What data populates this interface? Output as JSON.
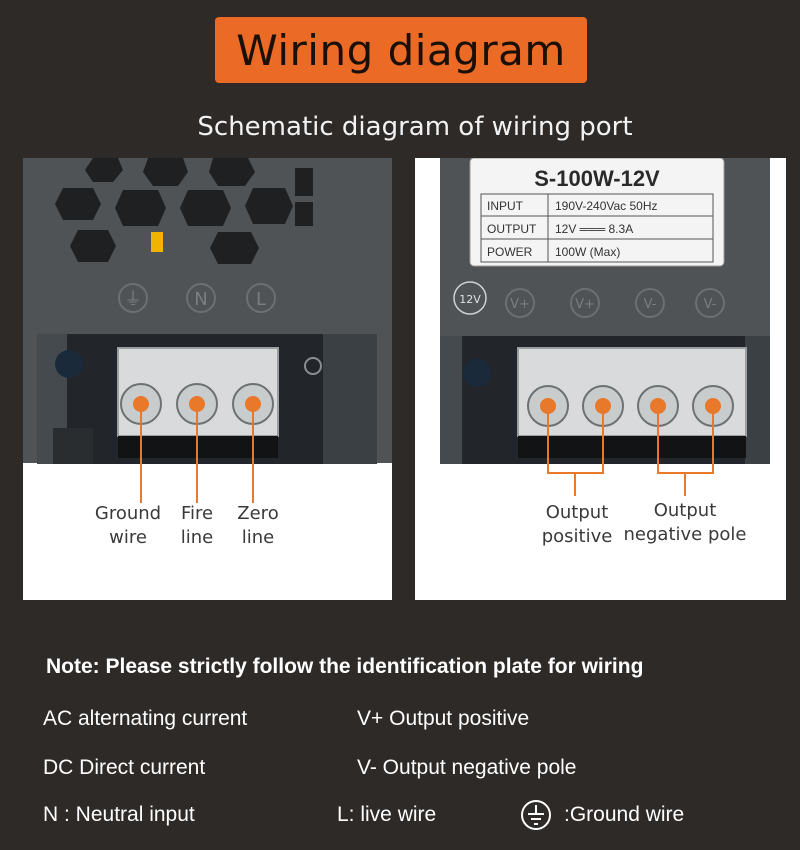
{
  "header": {
    "title": "Wiring diagram",
    "subtitle": "Schematic diagram of wiring port"
  },
  "left_panel": {
    "terminal_marks": [
      "⏚",
      "N",
      "L"
    ],
    "labels": [
      {
        "text": "Ground\nwire"
      },
      {
        "text": "Fire\nline"
      },
      {
        "text": "Zero\nline"
      }
    ]
  },
  "right_panel": {
    "plate": {
      "model": "S-100W-12V",
      "rows": [
        {
          "key": "INPUT",
          "value": "190V-240Vac  50Hz"
        },
        {
          "key": "OUTPUT",
          "value": "12V ═══ 8.3A"
        },
        {
          "key": "POWER",
          "value": "100W (Max)"
        }
      ]
    },
    "badge": "12V",
    "terminal_marks": [
      "V+",
      "V+",
      "V-",
      "V-"
    ],
    "labels": [
      {
        "text": "Output\npositive"
      },
      {
        "text": "Output\nnegative pole"
      }
    ]
  },
  "note": "Note: Please strictly follow the identification plate for wiring",
  "legend": {
    "ac": "AC alternating current",
    "dc": "DC Direct current",
    "n": "N : Neutral input",
    "vplus": "V+ Output positive",
    "vminus": "V- Output negative pole",
    "l": "L: live wire",
    "ground": ":Ground wire"
  },
  "colors": {
    "banner": "#ea6a26",
    "background": "#2e2a27",
    "wire": "#e8782a",
    "housing": "#4f5356"
  }
}
